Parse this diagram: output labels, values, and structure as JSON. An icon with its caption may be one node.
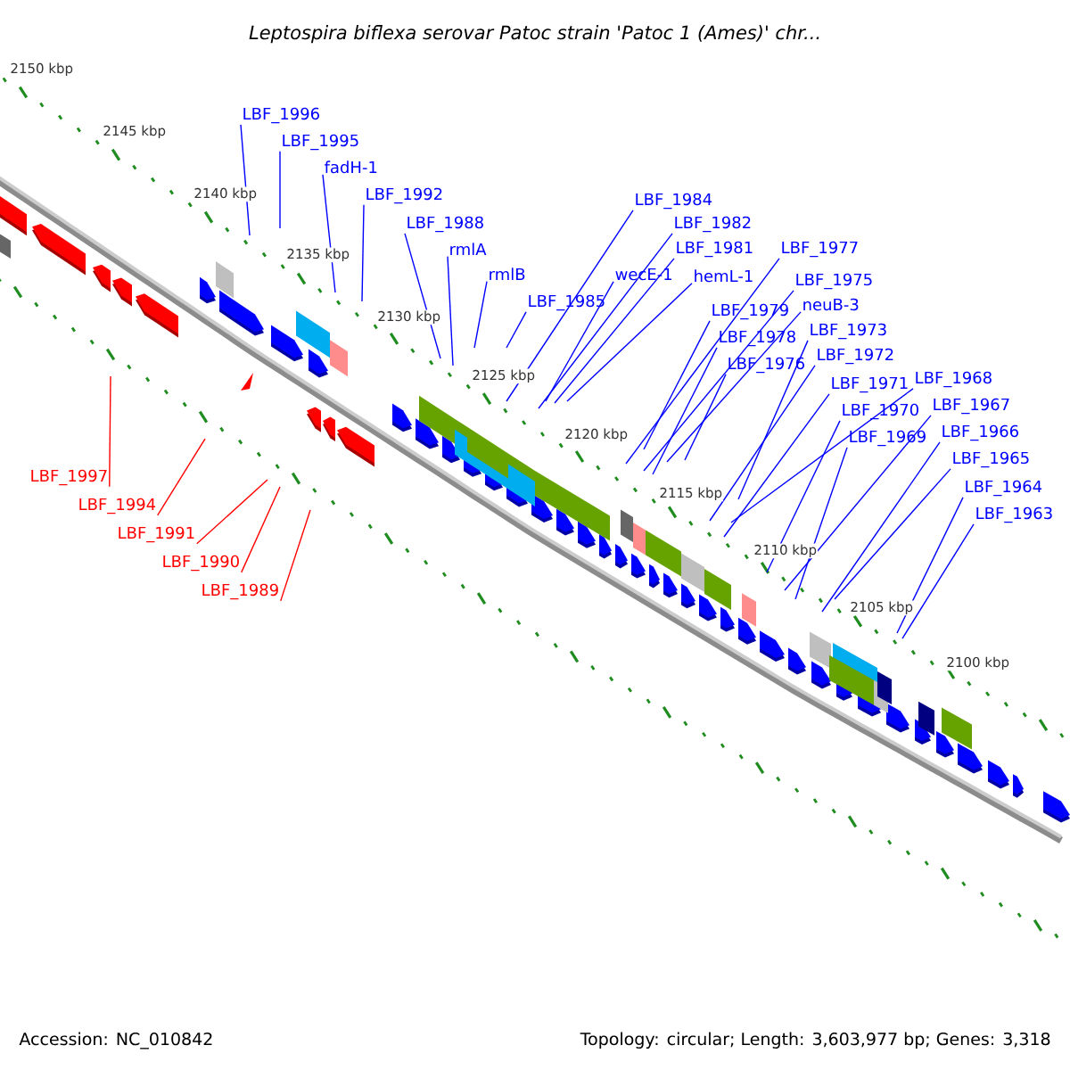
{
  "diagram": {
    "title": "Leptospira biflexa serovar Patoc strain 'Patoc 1 (Ames)' chr...",
    "nodes": [
      {
        "text": [
          "LBF_1996"
        ]
      },
      {
        "text": [
          "LBF_1995"
        ]
      },
      {
        "text": [
          "fadH-1"
        ]
      },
      {
        "text": [
          "LBF_1992"
        ]
      },
      {
        "text": [
          "LBF_1984"
        ]
      },
      {
        "text": [
          "LBF_1988"
        ]
      },
      {
        "text": [
          "LBF_1982"
        ]
      },
      {
        "text": [
          "LBF_1981"
        ]
      },
      {
        "text": [
          "LBF_1977"
        ]
      },
      {
        "text": [
          "rmlA"
        ]
      },
      {
        "text": [
          "wecE-1"
        ]
      },
      {
        "text": [
          "hemL-1"
        ]
      },
      {
        "text": [
          "rmlB"
        ]
      },
      {
        "text": [
          "LBF_1975"
        ]
      },
      {
        "text": [
          "LBF_1985"
        ]
      },
      {
        "text": [
          "neuB-3"
        ]
      },
      {
        "text": [
          "LBF_1979"
        ]
      },
      {
        "text": [
          "LBF_1973"
        ]
      },
      {
        "text": [
          "LBF_1978"
        ]
      },
      {
        "text": [
          "LBF_1972"
        ]
      },
      {
        "text": [
          "LBF_1976"
        ]
      },
      {
        "text": [
          "LBF_1968"
        ]
      },
      {
        "text": [
          "LBF_1971"
        ]
      },
      {
        "text": [
          "LBF_1967"
        ]
      },
      {
        "text": [
          "LBF_1970"
        ]
      },
      {
        "text": [
          "LBF_1966"
        ]
      },
      {
        "text": [
          "LBF_1969"
        ]
      },
      {
        "text": [
          "LBF_1965"
        ]
      },
      {
        "text": [
          "LBF_1964"
        ]
      },
      {
        "text": [
          "LBF_1963"
        ]
      },
      {
        "text": [
          "LBF_1997"
        ]
      },
      {
        "text": [
          "LBF_1994"
        ]
      },
      {
        "text": [
          "LBF_1991"
        ]
      },
      {
        "text": [
          "LBF_1990"
        ]
      },
      {
        "text": [
          "LBF_1989"
        ]
      }
    ],
    "edges": [
      {
        "from": 0,
        "to": null,
        "arrow": "none"
      },
      {
        "from": 1,
        "to": null,
        "arrow": "none"
      },
      {
        "from": 2,
        "to": null,
        "arrow": "none"
      },
      {
        "from": 3,
        "to": null,
        "arrow": "none"
      },
      {
        "from": 4,
        "to": null,
        "arrow": "none"
      },
      {
        "from": 5,
        "to": null,
        "arrow": "none"
      },
      {
        "from": 6,
        "to": null,
        "arrow": "none"
      },
      {
        "from": 7,
        "to": null,
        "arrow": "none"
      },
      {
        "from": 8,
        "to": null,
        "arrow": "none"
      },
      {
        "from": 9,
        "to": null,
        "arrow": "none"
      },
      {
        "from": 10,
        "to": null,
        "arrow": "none"
      },
      {
        "from": 11,
        "to": null,
        "arrow": "none"
      },
      {
        "from": 12,
        "to": null,
        "arrow": "none"
      },
      {
        "from": 13,
        "to": null,
        "arrow": "none"
      },
      {
        "from": 14,
        "to": null,
        "arrow": "none"
      },
      {
        "from": 15,
        "to": null,
        "arrow": "none"
      },
      {
        "from": 16,
        "to": null,
        "arrow": "none"
      },
      {
        "from": 17,
        "to": null,
        "arrow": "none"
      },
      {
        "from": 18,
        "to": null,
        "arrow": "none"
      },
      {
        "from": 19,
        "to": null,
        "arrow": "none"
      },
      {
        "from": 20,
        "to": null,
        "arrow": "none"
      },
      {
        "from": 21,
        "to": null,
        "arrow": "none"
      },
      {
        "from": 22,
        "to": null,
        "arrow": "none"
      },
      {
        "from": 23,
        "to": null,
        "arrow": "none"
      },
      {
        "from": 24,
        "to": null,
        "arrow": "none"
      },
      {
        "from": 25,
        "to": null,
        "arrow": "none"
      },
      {
        "from": 26,
        "to": null,
        "arrow": "none"
      },
      {
        "from": 27,
        "to": null,
        "arrow": "none"
      },
      {
        "from": 28,
        "to": null,
        "arrow": "none"
      },
      {
        "from": 29,
        "to": null,
        "arrow": "none"
      },
      {
        "from": 30,
        "to": null,
        "arrow": "none",
        "color": "#ff0000"
      },
      {
        "from": 31,
        "to": null,
        "arrow": "none",
        "color": "#ff0000"
      },
      {
        "from": 32,
        "to": null,
        "arrow": "none",
        "color": "#ff0000"
      },
      {
        "from": 33,
        "to": null,
        "arrow": "none",
        "color": "#ff0000"
      },
      {
        "from": 34,
        "to": null,
        "arrow": "none",
        "color": "#ff0000"
      }
    ],
    "labels": [
      "2150 kbp",
      "2145 kbp",
      "2140 kbp",
      "2135 kbp",
      "2130 kbp",
      "2125 kbp",
      "2120 kbp",
      "2115 kbp",
      "2110 kbp",
      "2105 kbp",
      "2100 kbp",
      "Accession: NC_010842",
      "Topology: circular; Length: 3,603,977 bp; Genes: 3,318"
    ]
  }
}
